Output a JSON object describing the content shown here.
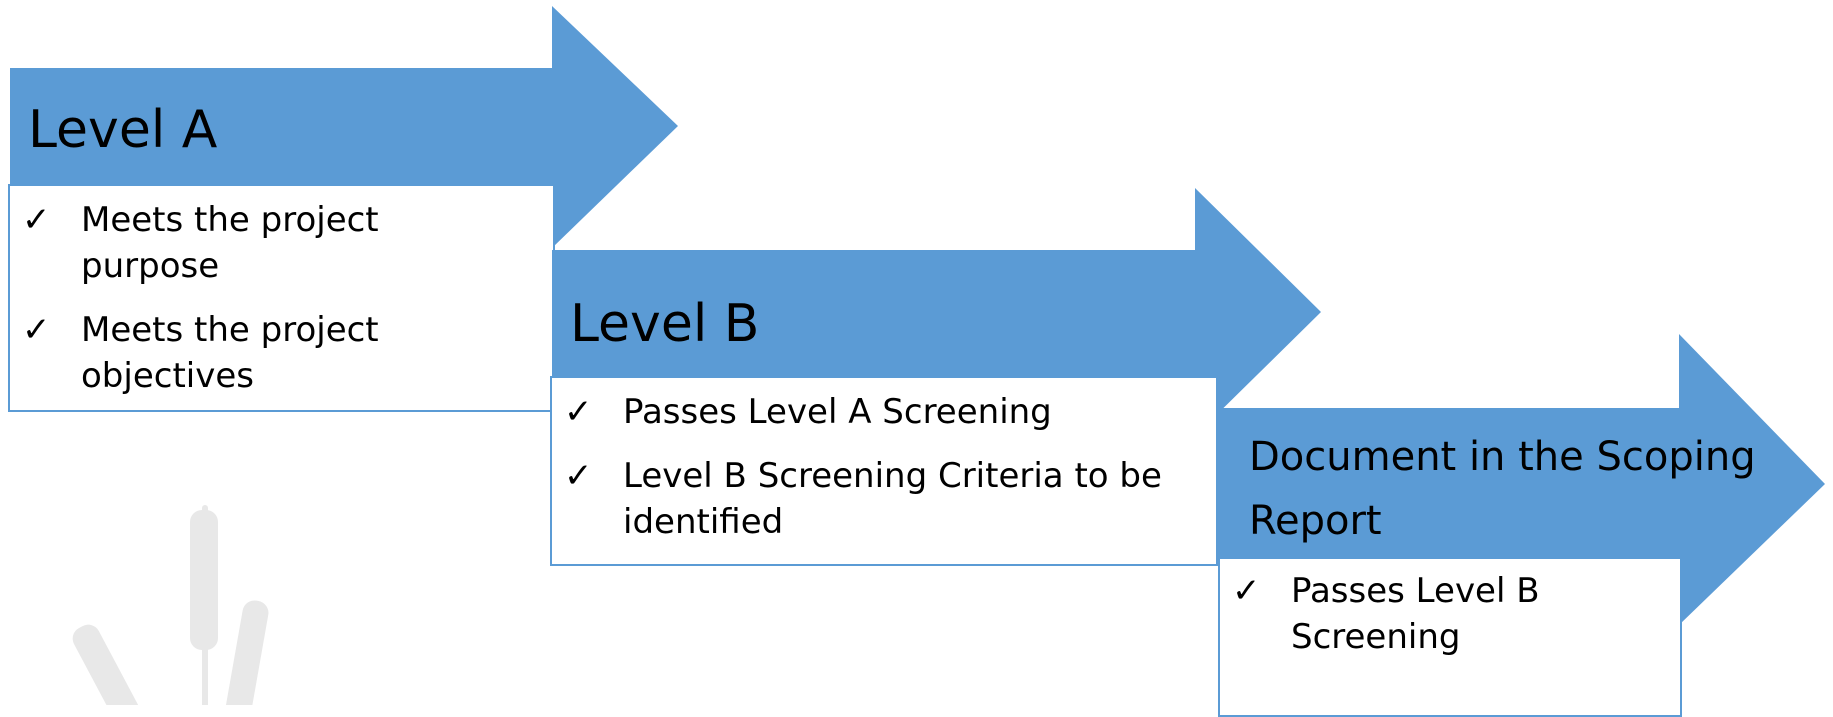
{
  "steps": [
    {
      "title": "Level A",
      "items": [
        "Meets the project purpose",
        "Meets the project objectives"
      ]
    },
    {
      "title": "Level B",
      "items": [
        "Passes Level A Screening",
        "Level B Screening Criteria to be identified"
      ]
    },
    {
      "title": "Document in the Scoping Report",
      "items": [
        "Passes Level B Screening"
      ]
    }
  ],
  "check_glyph": "✓",
  "colors": {
    "arrow_fill": "#5b9bd5",
    "box_border": "#5b9bd5",
    "watermark": "#e6e6e6"
  }
}
